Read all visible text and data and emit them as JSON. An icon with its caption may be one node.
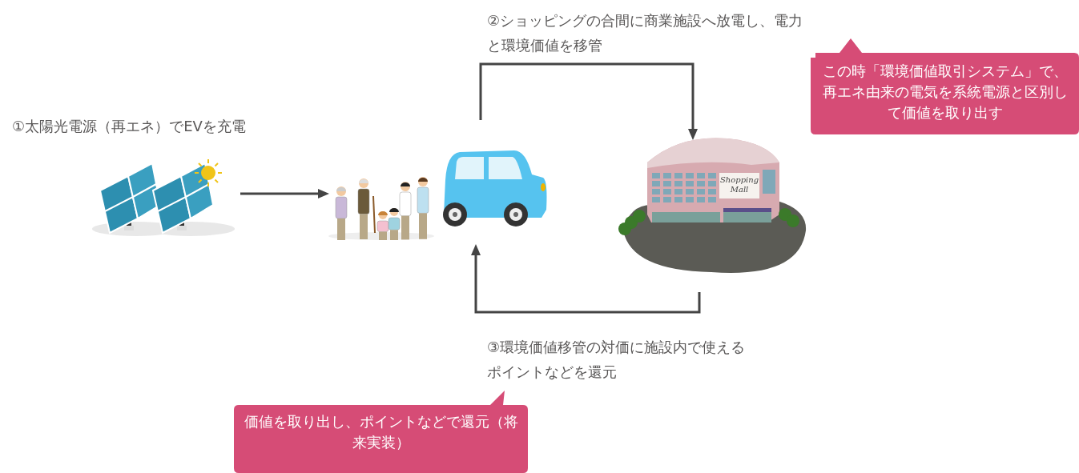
{
  "diagram": {
    "nodes": [
      {
        "text": [],
        "shape": "picture"
      },
      {
        "text": [],
        "shape": "picture"
      },
      {
        "text": [],
        "shape": "picture"
      },
      {
        "text": [],
        "shape": "picture"
      },
      {
        "text": [
          "この時「環境価値取引システム」で、再エネ由来の電気を系統電源と区別して価値を取り出す"
        ]
      },
      {
        "text": [
          "価値を取り出し、ポイントなどで還元（将来実装）"
        ]
      }
    ],
    "edges": [
      {
        "from": 0,
        "to": 1,
        "arrow": "to",
        "label": "①太陽光電源（再エネ）でEVを充電"
      },
      {
        "from": 2,
        "to": 3,
        "arrow": "to",
        "label": "②ショッピングの合間に商業施設へ放電し、電力と環境価値を移管"
      },
      {
        "from": 3,
        "to": 2,
        "arrow": "to",
        "label": "③環境価値移管の対価に施設内で使えるポイントなどを還元"
      }
    ],
    "labels": [
      "Shopping Mall"
    ]
  }
}
